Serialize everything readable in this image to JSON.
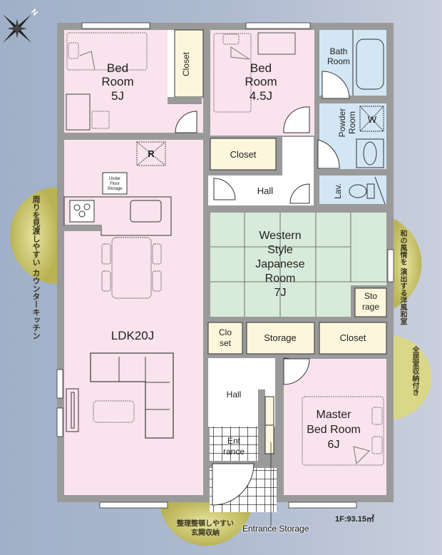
{
  "compass": {
    "label": "N",
    "icon": "compass-rose-icon"
  },
  "floor_area": "1F:93.15㎡",
  "colors": {
    "background": "#a9b6cc",
    "wall": "#9a9a9a",
    "bedroom": "#f9e3ec",
    "wet_area": "#d3e6f4",
    "japanese_room": "#d8ead9",
    "storage": "#fbf6dc",
    "hall": "#ffffff",
    "bubble": "#c9c46a"
  },
  "rooms": {
    "bedroom1": {
      "name_line1": "Bed",
      "name_line2": "Room",
      "size": "5J"
    },
    "bedroom2": {
      "name_line1": "Bed",
      "name_line2": "Room",
      "size": "4.5J"
    },
    "bath": {
      "name_line1": "Bath",
      "name_line2": "Room"
    },
    "powder": {
      "name_line1": "Powder",
      "name_line2": "Room",
      "washer": "W"
    },
    "lav": {
      "name": "Lav."
    },
    "closet_top": {
      "name": "Closet"
    },
    "closet_bed1": {
      "name": "Closet"
    },
    "hall_upper": {
      "name": "Hall"
    },
    "ldk": {
      "name": "LDK20J",
      "refrigerator": "R",
      "underfloor_line1": "Under",
      "underfloor_line2": "Floor",
      "underfloor_line3": "Storage"
    },
    "japanese": {
      "line1": "Western",
      "line2": "Style",
      "line3": "Japanese",
      "line4": "Room",
      "size": "7J"
    },
    "storage_small": {
      "line1": "Sto",
      "line2": "rage"
    },
    "closet_small": {
      "line1": "Clo",
      "line2": "set"
    },
    "storage_mid": {
      "name": "Storage"
    },
    "closet_mid": {
      "name": "Closet"
    },
    "hall_lower": {
      "name": "Hall"
    },
    "entrance": {
      "line1": "Ent",
      "line2": "rance"
    },
    "master": {
      "line1": "Master",
      "line2": "Bed Room",
      "size": "6J"
    }
  },
  "entrance_storage_label": "Entrance Storage",
  "callouts": {
    "kitchen": {
      "line1": "周りを見渡しやすい",
      "line2": "カウンターキッチン"
    },
    "japanese": {
      "line1": "和の風情を",
      "line2": "演出する洋風和室"
    },
    "storage": {
      "line1": "全居室収納付き"
    },
    "entrance": {
      "line1": "整理整頓しやすい",
      "line2": "玄関収納"
    }
  }
}
